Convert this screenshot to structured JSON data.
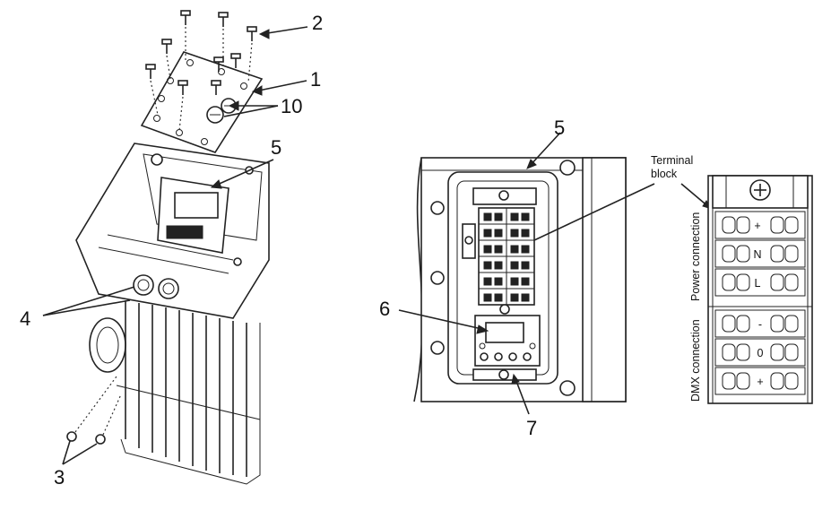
{
  "callouts": {
    "c1": "1",
    "c2": "2",
    "c3": "3",
    "c4": "4",
    "c5a": "5",
    "c5b": "5",
    "c6": "6",
    "c7": "7",
    "c10": "10"
  },
  "terminal_block_label": [
    "Terminal",
    "block"
  ],
  "side_labels": {
    "power": "Power connection",
    "dmx": "DMX connection"
  },
  "terminal_marks": {
    "plus_top": "+",
    "n": "N",
    "l": "L",
    "minus": "-",
    "zero": "0",
    "plus_bottom": "+"
  }
}
